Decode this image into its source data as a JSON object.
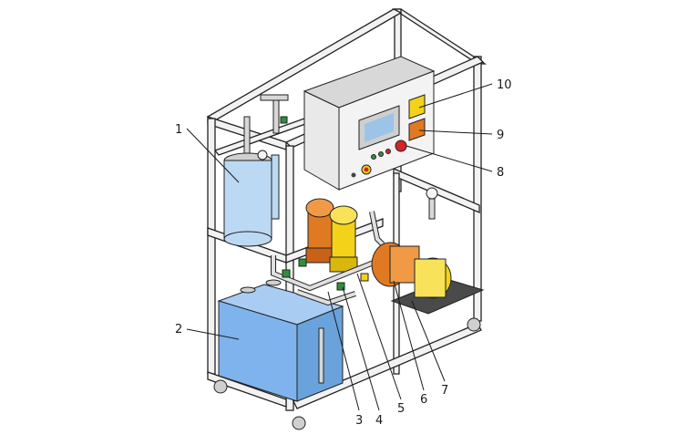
{
  "callouts": [
    {
      "id": "1",
      "label": "1"
    },
    {
      "id": "2",
      "label": "2"
    },
    {
      "id": "3",
      "label": "3"
    },
    {
      "id": "4",
      "label": "4"
    },
    {
      "id": "5",
      "label": "5"
    },
    {
      "id": "6",
      "label": "6"
    },
    {
      "id": "7",
      "label": "7"
    },
    {
      "id": "8",
      "label": "8"
    },
    {
      "id": "9",
      "label": "9"
    },
    {
      "id": "10",
      "label": "10"
    }
  ],
  "colors": {
    "frame": "#f2f2f2",
    "tank": "#7fb3ee",
    "column": "#bcd9f3",
    "cabinet": "#e9e9e9",
    "pump_orange": "#e07a22",
    "pump_yellow": "#f3d21a",
    "valve_green": "#2f8f3a",
    "emergency_red": "#d8232a",
    "base_plate": "#4a4a4a"
  }
}
